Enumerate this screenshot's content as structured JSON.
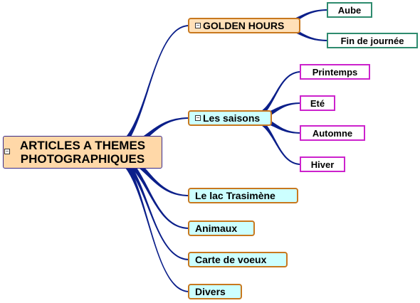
{
  "root": {
    "label_line1": "ARTICLES A THEMES",
    "label_line2": "PHOTOGRAPHIQUES"
  },
  "collapse_symbol": "−",
  "branches": [
    {
      "label": "GOLDEN HOURS",
      "children": [
        "Aube",
        "Fin de journée"
      ]
    },
    {
      "label": "Les saisons",
      "children": [
        "Printemps",
        "Eté",
        "Automne",
        "Hiver"
      ]
    },
    {
      "label": "Le lac Trasimène",
      "children": []
    },
    {
      "label": "Animaux",
      "children": []
    },
    {
      "label": "Carte de voeux",
      "children": []
    },
    {
      "label": "Divers",
      "children": []
    }
  ],
  "colors": {
    "connector": "#0b1f8a",
    "root_fill": "#ffd8a8",
    "branch_fill": "#ccffff",
    "branch_border": "#c8781e",
    "leaf_border_green": "#2e8b6e",
    "leaf_border_magenta": "#cc22cc"
  }
}
